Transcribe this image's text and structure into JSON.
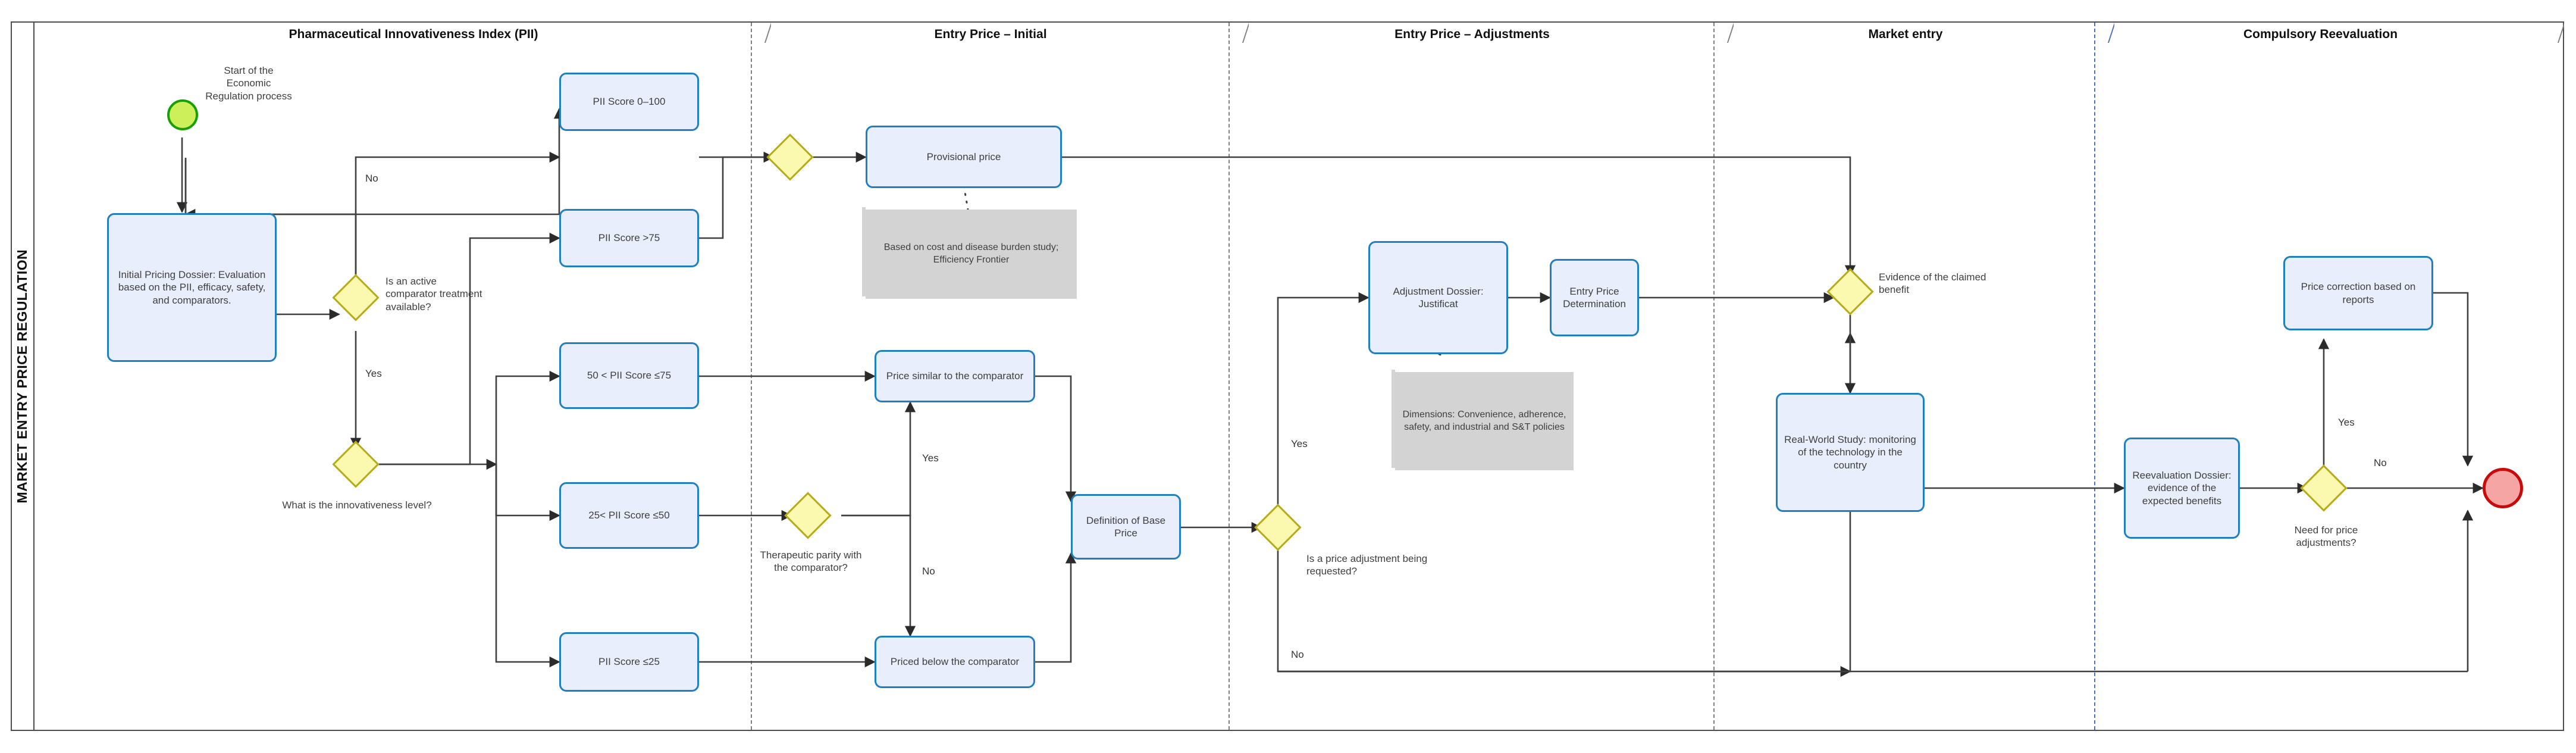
{
  "pool": {
    "title": "MARKET ENTRY PRICE REGULATION"
  },
  "phases": [
    {
      "id": "pii",
      "label": "Pharmaceutical Innovativeness Index (PII)"
    },
    {
      "id": "entry_initial",
      "label": "Entry Price – Initial"
    },
    {
      "id": "entry_adjust",
      "label": "Entry Price – Adjustments"
    },
    {
      "id": "market_entry",
      "label": "Market entry"
    },
    {
      "id": "reevaluation",
      "label": "Compulsory Reevaluation"
    }
  ],
  "events": {
    "start": {
      "name": "start-event",
      "caption": "Start of the Economic Regulation process",
      "color": "#cdf05a"
    },
    "end": {
      "name": "end-event",
      "caption": "",
      "color": "#f6a5a5"
    }
  },
  "tasks": [
    {
      "id": "initial_dossier",
      "label": "Initial Pricing Dossier: Evaluation based on the PII, efficacy, safety, and comparators."
    },
    {
      "id": "pii_0_100",
      "label": "PII Score 0–100"
    },
    {
      "id": "pii_gt75",
      "label": "PII Score >75"
    },
    {
      "id": "pii_50_75",
      "label": "50 < PII Score ≤75"
    },
    {
      "id": "pii_25_50",
      "label": "25< PII Score ≤50"
    },
    {
      "id": "pii_le25",
      "label": "PII Score ≤25"
    },
    {
      "id": "provisional_price",
      "label": "Provisional price"
    },
    {
      "id": "price_similar",
      "label": "Price similar to the comparator"
    },
    {
      "id": "priced_below",
      "label": "Priced below the comparator"
    },
    {
      "id": "base_price",
      "label": "Definition of Base Price"
    },
    {
      "id": "adj_dossier",
      "label": "Adjustment Dossier: Justificat"
    },
    {
      "id": "entry_price_det",
      "label": "Entry Price Determination"
    },
    {
      "id": "real_world_study",
      "label": "Real-World Study: monitoring of the technology in the country"
    },
    {
      "id": "reeval_dossier",
      "label": "Reevaluation Dossier: evidence of the expected benefits"
    },
    {
      "id": "price_correction",
      "label": "Price correction based on reports"
    }
  ],
  "gateways": [
    {
      "id": "gw_comparator",
      "caption": "Is an active comparator treatment available?"
    },
    {
      "id": "gw_innov",
      "caption": "What is the innovativeness level?"
    },
    {
      "id": "gw_join_pii",
      "caption": ""
    },
    {
      "id": "gw_parity",
      "caption": "Therapeutic parity with the comparator?"
    },
    {
      "id": "gw_adjust",
      "caption": "Is a price adjustment being requested?"
    },
    {
      "id": "gw_evidence",
      "caption": "Evidence of the claimed benefit"
    },
    {
      "id": "gw_need_price",
      "caption": "Need for price adjustments?"
    }
  ],
  "notes": [
    {
      "id": "note_provisional",
      "text": "Based on cost and disease burden study; Efficiency Frontier"
    },
    {
      "id": "note_dimensions",
      "text": "Dimensions: Convenience, adherence, safety, and industrial and S&T policies"
    }
  ],
  "flow_labels": {
    "comparator_no": "No",
    "comparator_yes": "Yes",
    "parity_yes": "Yes",
    "parity_no": "No",
    "adjust_yes": "Yes",
    "adjust_no": "No",
    "need_yes": "Yes",
    "need_no": "No"
  },
  "colors": {
    "task_fill": "#e9eefc",
    "task_border": "#1f7fc0",
    "gateway_fill": "#fbf8b0",
    "gateway_border": "#b5ab16",
    "start_fill": "#cdf05a",
    "start_border": "#16a100",
    "end_fill": "#f6a5a5",
    "end_border": "#c90a0a",
    "note_fill": "#d3d3d3",
    "connector": "#3f3f3f",
    "phase_divider": "#808080",
    "phase_divider_blue": "#4e6fbd"
  }
}
